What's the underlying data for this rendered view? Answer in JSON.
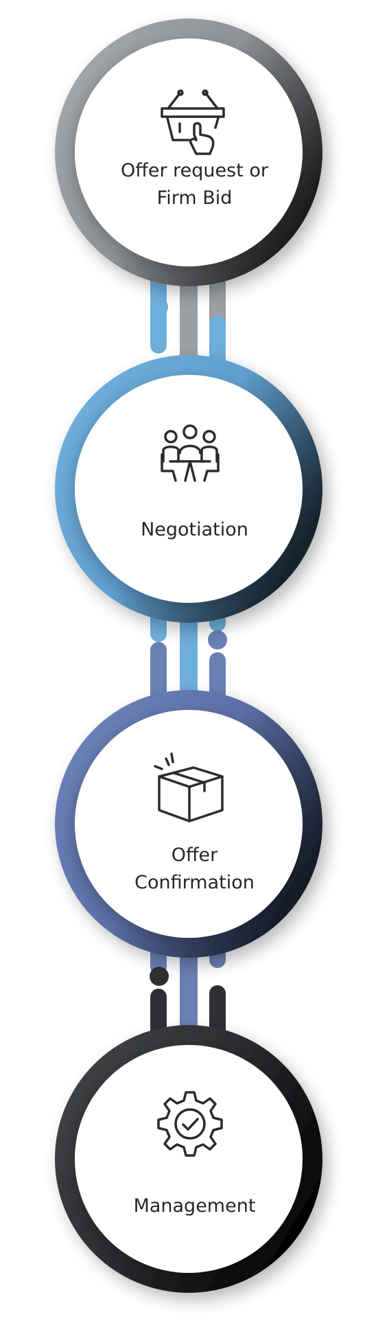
{
  "colors": {
    "step1": "#9aa0a4",
    "step2": "#6eaedb",
    "step3": "#6a80b4",
    "step4": "#2f3033",
    "icon": "#2b2b2b",
    "text": "#262626"
  },
  "steps": [
    {
      "label": "Offer request or\nFirm Bid",
      "icon": "shopping-basket-click-icon"
    },
    {
      "label": "Negotiation",
      "icon": "meeting-table-icon"
    },
    {
      "label": "Offer\nConfirmation",
      "icon": "package-box-icon"
    },
    {
      "label": "Management",
      "icon": "gear-check-icon"
    }
  ]
}
